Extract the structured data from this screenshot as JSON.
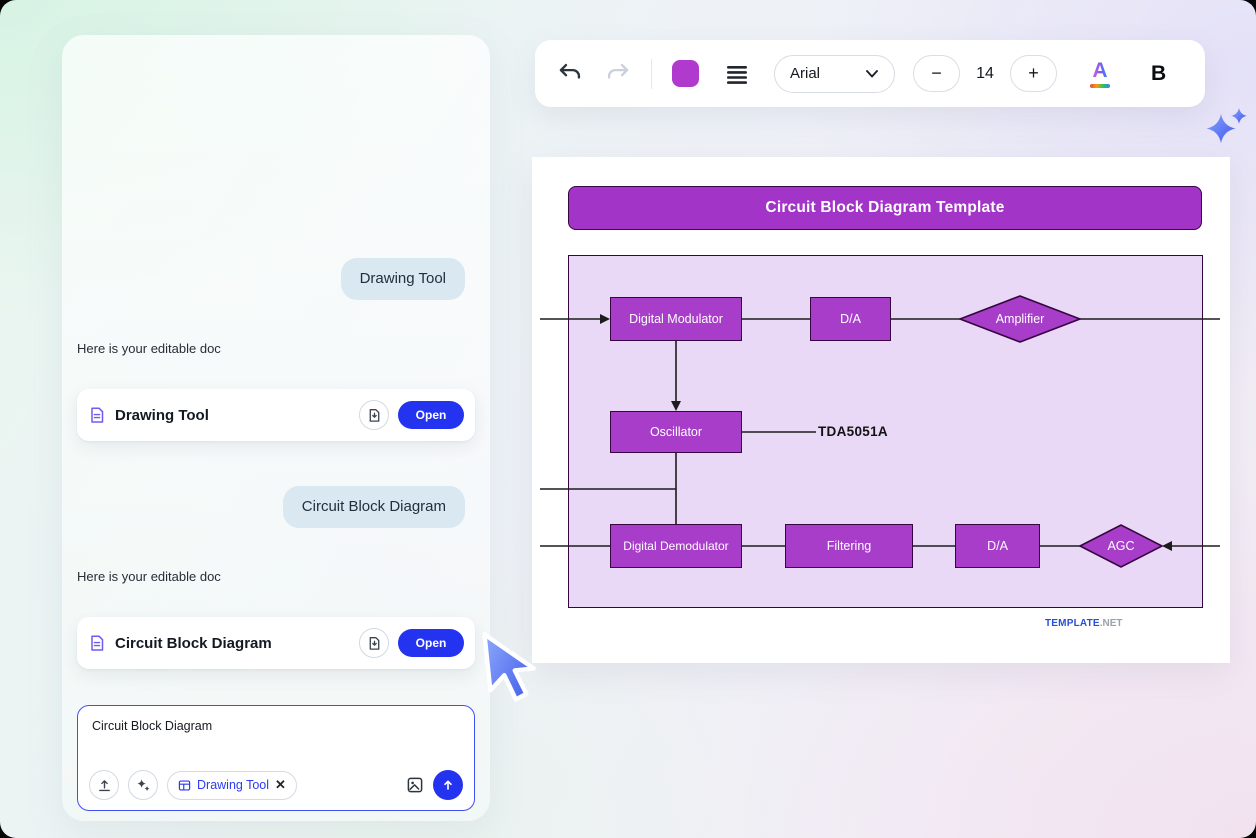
{
  "colors": {
    "accent_blue": "#2433f0",
    "block_purple": "#a73dc9",
    "title_purple": "#a334c8",
    "swatch_purple": "#b13ace",
    "diagram_bg": "#e9d8f6"
  },
  "toolbar": {
    "font_name": "Arial",
    "font_size": "14",
    "minus_label": "−",
    "plus_label": "+",
    "text_color_label": "A",
    "bold_label": "B"
  },
  "assistant": {
    "user_message_1": "Drawing Tool",
    "reply_1": "Here is your editable doc",
    "doc_card_1": {
      "title": "Drawing Tool",
      "open_label": "Open"
    },
    "user_message_2": "Circuit Block Diagram",
    "reply_2": "Here is your editable doc",
    "doc_card_2": {
      "title": "Circuit Block Diagram",
      "open_label": "Open"
    },
    "composer": {
      "value": "Circuit Block Diagram",
      "chip_label": "Drawing Tool",
      "chip_close": "✕"
    }
  },
  "document": {
    "title": "Circuit Block Diagram Template",
    "annotation": "TDA5051A",
    "watermark_bold": "TEMPLATE",
    "watermark_rest": ".NET",
    "blocks": {
      "digital_modulator": "Digital Modulator",
      "da_top": "D/A",
      "amplifier": "Amplifier",
      "oscillator": "Oscillator",
      "digital_demodulator": "Digital Demodulator",
      "filtering": "Filtering",
      "da_bottom": "D/A",
      "agc": "AGC"
    }
  },
  "icons": {
    "undo-icon": "↶",
    "redo-icon": "↷",
    "menu-icon": "≣",
    "chevron-down-icon": "⌄",
    "document-icon": "📄",
    "download-doc-icon": "⤓",
    "upload-icon": "↥",
    "sparkles-icon": "✦",
    "close-icon": "✕",
    "image-icon": "🖼",
    "send-icon": "↑",
    "ai-sparkle-icon": "✦",
    "cursor-icon": "➤"
  }
}
